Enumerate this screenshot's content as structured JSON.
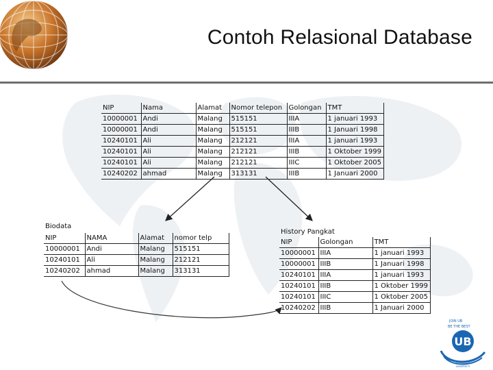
{
  "title": "Contoh Relasional Database",
  "main_table": {
    "headers": [
      "NIP",
      "Nama",
      "Alamat",
      "Nomor telepon",
      "Golongan",
      "TMT"
    ],
    "rows": [
      [
        "10000001",
        "Andi",
        "Malang",
        "515151",
        "IIIA",
        "1 januari 1993"
      ],
      [
        "10000001",
        "Andi",
        "Malang",
        "515151",
        "IIIB",
        "1 Januari 1998"
      ],
      [
        "10240101",
        "Ali",
        "Malang",
        "212121",
        "IIIA",
        "1 januari 1993"
      ],
      [
        "10240101",
        "Ali",
        "Malang",
        "212121",
        "IIIB",
        "1 Oktober 1999"
      ],
      [
        "10240101",
        "Ali",
        "Malang",
        "212121",
        "IIIC",
        "1 Oktober 2005"
      ],
      [
        "10240202",
        "ahmad",
        "Malang",
        "313131",
        "IIIB",
        "1 Januari 2000"
      ]
    ]
  },
  "biodata": {
    "label": "Biodata",
    "headers": [
      "NIP",
      "NAMA",
      "Alamat",
      "nomor telp"
    ],
    "rows": [
      [
        "10000001",
        "Andi",
        "Malang",
        "515151"
      ],
      [
        "10240101",
        "Ali",
        "Malang",
        "212121"
      ],
      [
        "10240202",
        "ahmad",
        "Malang",
        "313131"
      ]
    ]
  },
  "history": {
    "label": "History Pangkat",
    "headers": [
      "NIP",
      "Golongan",
      "TMT"
    ],
    "rows": [
      [
        "10000001",
        "IIIA",
        "1 januari 1993"
      ],
      [
        "10000001",
        "IIIB",
        "1 Januari 1998"
      ],
      [
        "10240101",
        "IIIA",
        "1 januari 1993"
      ],
      [
        "10240101",
        "IIIB",
        "1 Oktober 1999"
      ],
      [
        "10240101",
        "IIIC",
        "1 Oktober 2005"
      ],
      [
        "10240202",
        "IIIB",
        "1 Januari 2000"
      ]
    ]
  },
  "logo": {
    "slogan_line1": "JOIN UB",
    "slogan_line2": "BE THE BEST",
    "mark": "UB",
    "caption1": "BRAWIJAYA",
    "caption2": "UNIVERSITY"
  },
  "colors": {
    "title": "#111111",
    "rule": "#6e6e6e",
    "logo_blue": "#1a66b3",
    "globe": "#c8742a"
  }
}
